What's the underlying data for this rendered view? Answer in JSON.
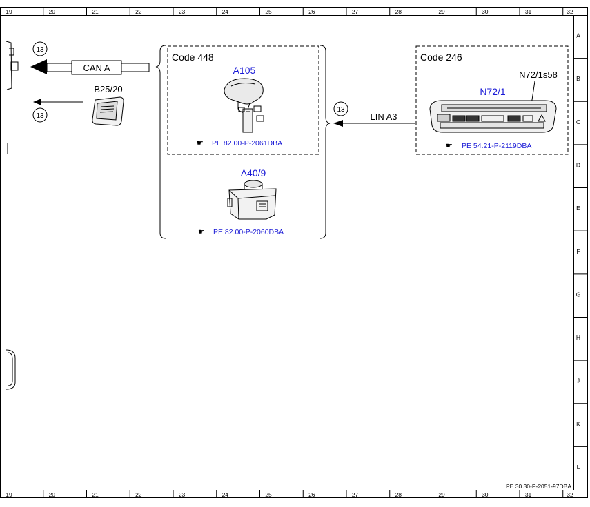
{
  "grid": {
    "columns": [
      "19",
      "20",
      "21",
      "22",
      "23",
      "24",
      "25",
      "26",
      "27",
      "28",
      "29",
      "30",
      "31",
      "32"
    ],
    "rows": [
      "A",
      "B",
      "C",
      "D",
      "E",
      "F",
      "G",
      "H",
      "J",
      "K",
      "L"
    ]
  },
  "connectors": {
    "can_a_marker": "13",
    "b25_marker": "13",
    "lin_a3_marker": "13"
  },
  "signals": {
    "can_a": "CAN A",
    "lin_a3": "LIN A3"
  },
  "components": {
    "b25_20": "B25/20",
    "code_448": {
      "label": "Code 448",
      "a105": {
        "code": "A105",
        "ref": "PE 82.00-P-2061DBA"
      },
      "a40_9": {
        "code": "A40/9",
        "ref": "PE 82.00-P-2060DBA"
      }
    },
    "code_246": {
      "label": "Code 246",
      "n72_1": {
        "code": "N72/1",
        "ref": "PE 54.21-P-2119DBA"
      },
      "n72_1s58": "N72/1s58"
    }
  },
  "footer_ref": "PE 30.30-P-2051-97DBA",
  "colors": {
    "link": "#1a1ad6",
    "line": "#000000"
  }
}
